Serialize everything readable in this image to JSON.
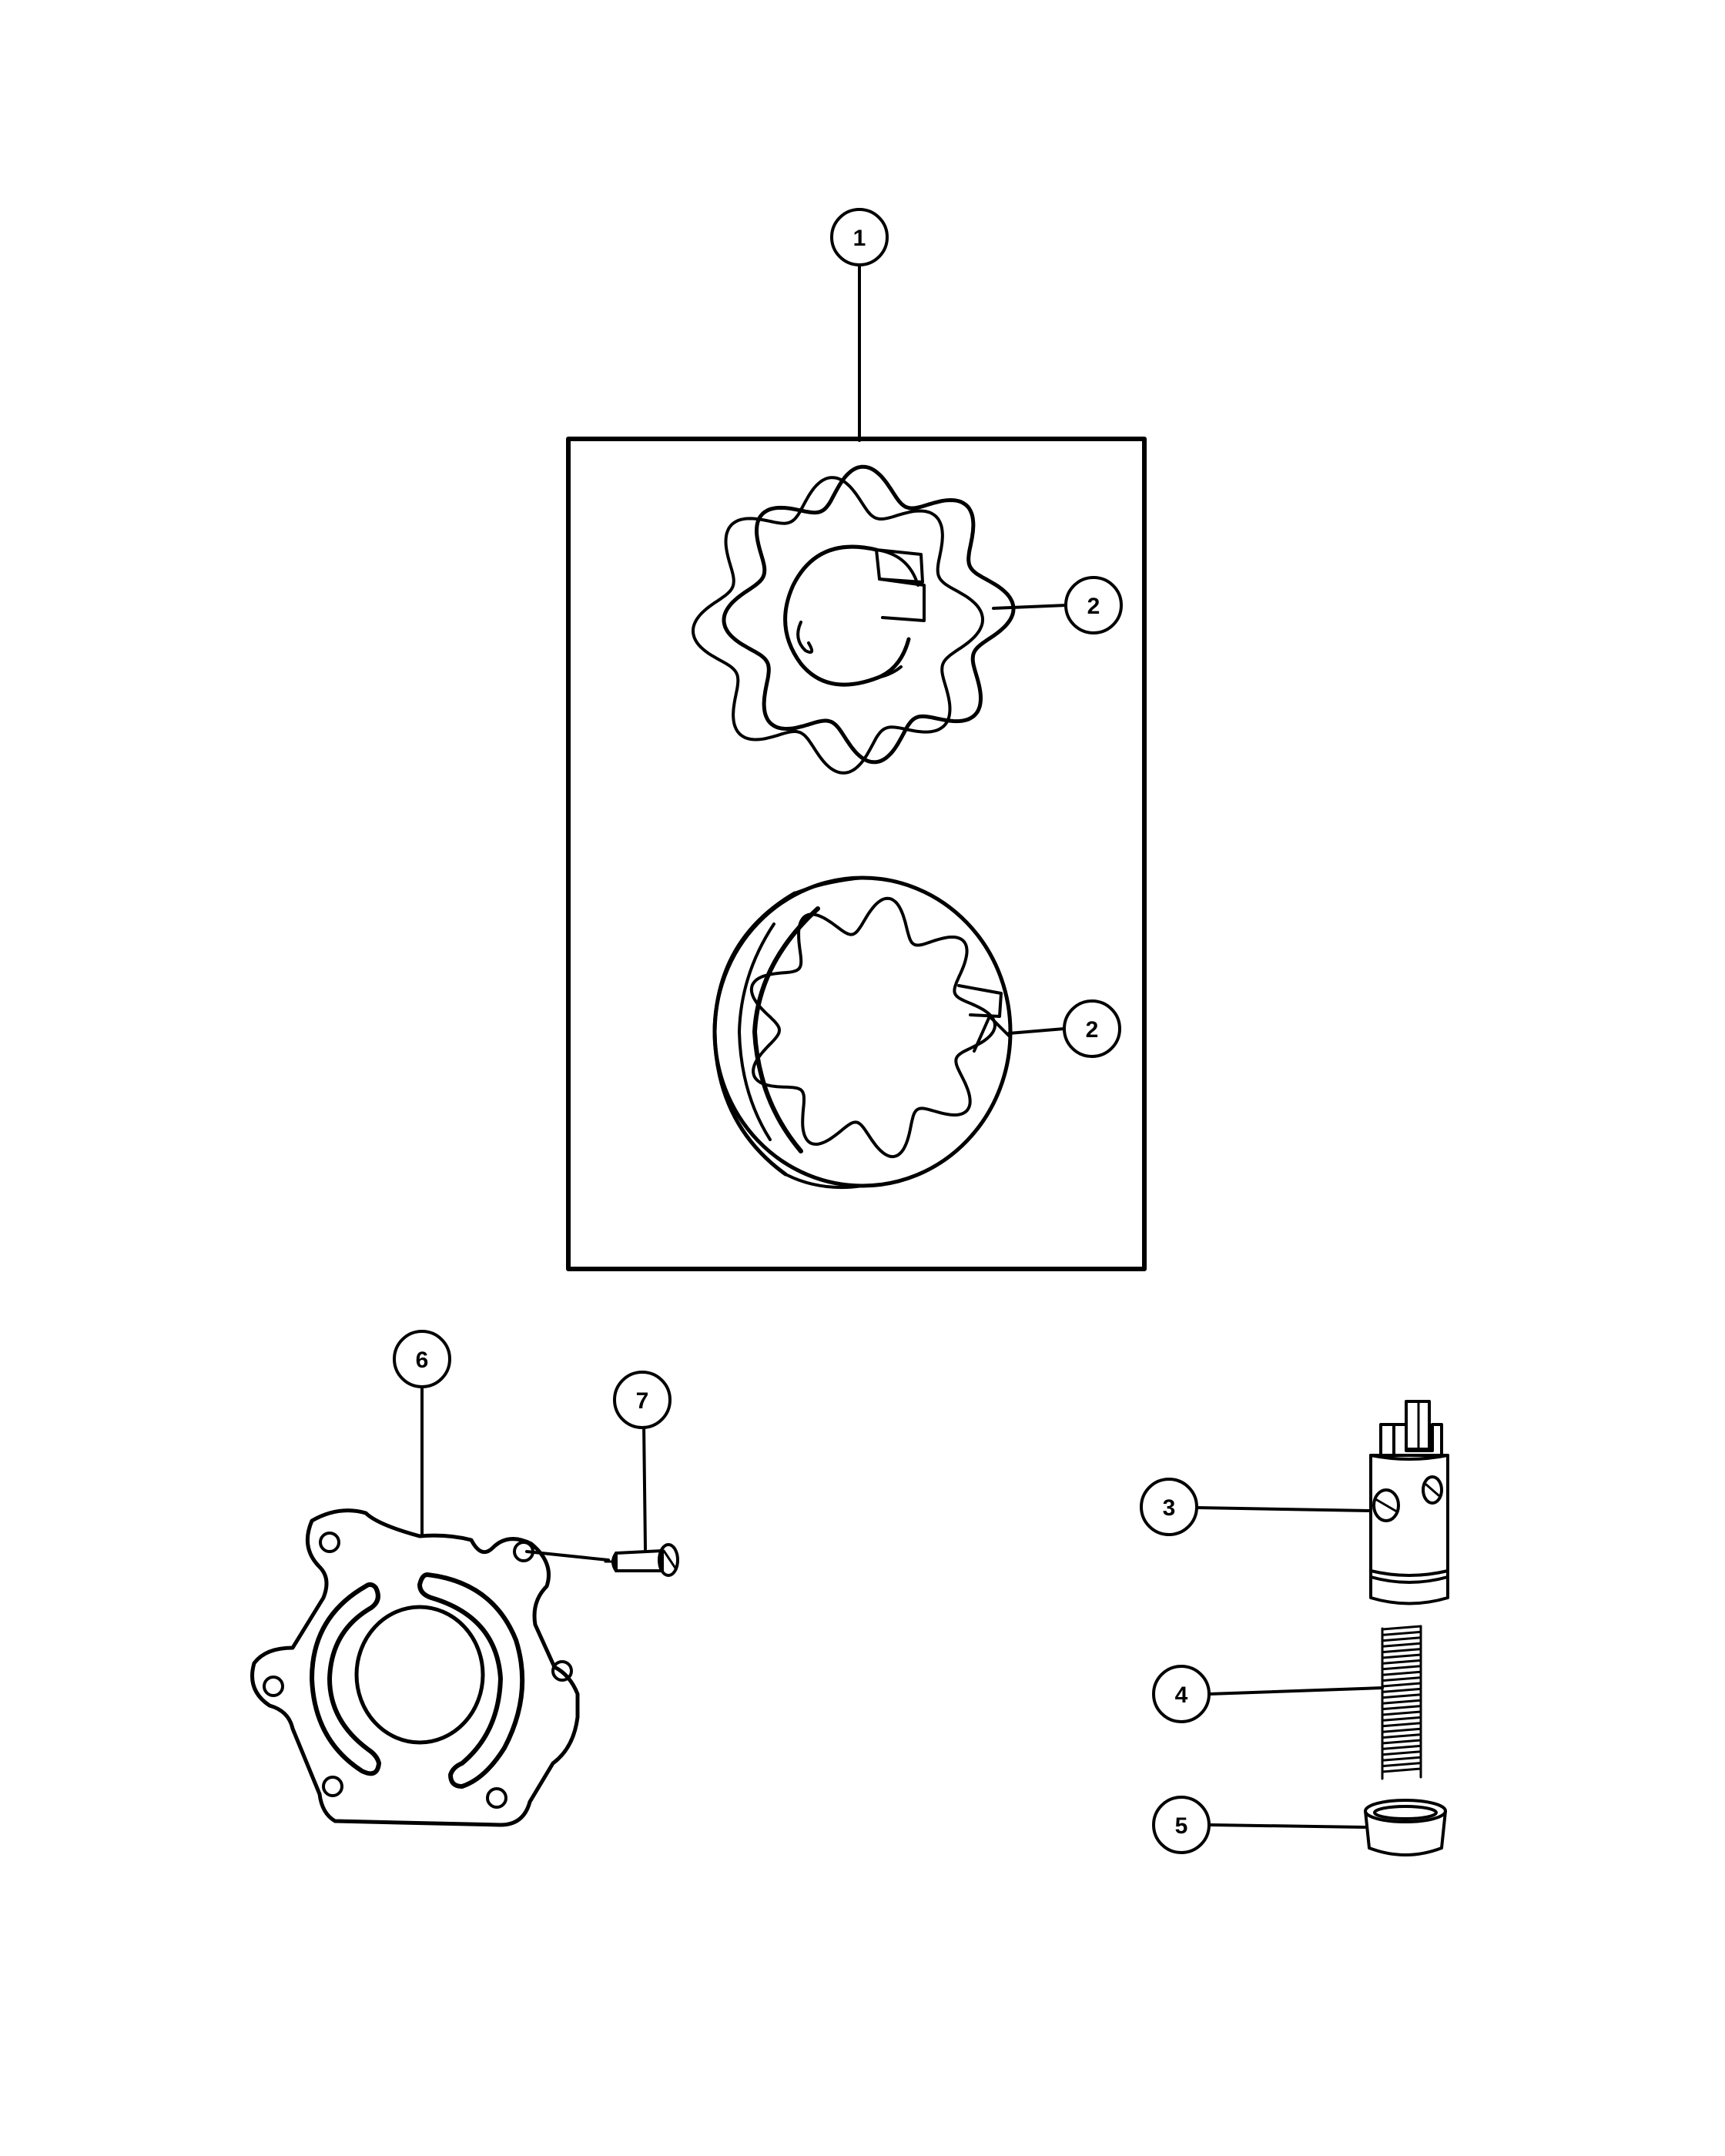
{
  "diagram": {
    "callouts": [
      {
        "id": "c1",
        "label": "1"
      },
      {
        "id": "c2a",
        "label": "2"
      },
      {
        "id": "c2b",
        "label": "2"
      },
      {
        "id": "c3",
        "label": "3"
      },
      {
        "id": "c4",
        "label": "4"
      },
      {
        "id": "c5",
        "label": "5"
      },
      {
        "id": "c6",
        "label": "6"
      },
      {
        "id": "c7",
        "label": "7"
      }
    ],
    "parts": [
      {
        "id": "rotor-kit-box",
        "icon": "rotor-kit-box"
      },
      {
        "id": "inner-rotor",
        "icon": "inner-rotor-gear-icon"
      },
      {
        "id": "outer-rotor",
        "icon": "outer-rotor-ring-icon"
      },
      {
        "id": "relief-valve",
        "icon": "relief-valve-icon"
      },
      {
        "id": "valve-spring",
        "icon": "coil-spring-icon"
      },
      {
        "id": "valve-cap",
        "icon": "retainer-cap-icon"
      },
      {
        "id": "cover-gasket",
        "icon": "pump-cover-gasket-icon"
      },
      {
        "id": "cover-screw",
        "icon": "screw-icon"
      }
    ],
    "colors": {
      "ink": "#000000",
      "paper": "#ffffff"
    }
  }
}
